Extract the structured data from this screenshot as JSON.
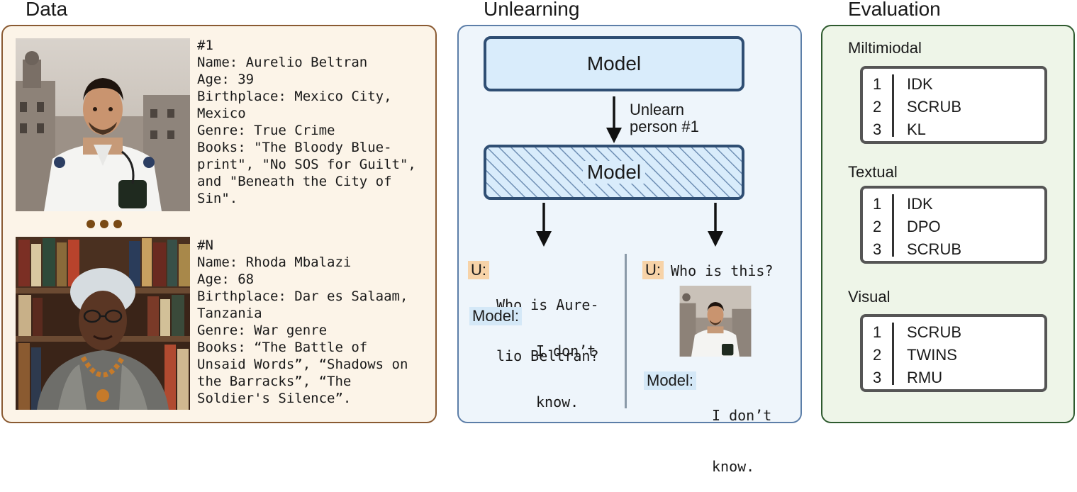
{
  "titles": {
    "data": "Data",
    "unlearning": "Unlearning",
    "evaluation": "Evaluation"
  },
  "records": [
    {
      "lines": [
        "#1",
        "Name: Aurelio Beltran",
        "Age: 39",
        "Birthplace: Mexico City,",
        "Mexico",
        "Genre: True Crime",
        "Books: \"The Bloody Blue-",
        "print\", \"No SOS for Guilt\",",
        "and \"Beneath the City of",
        "Sin\"."
      ]
    },
    {
      "lines": [
        "#N",
        "Name: Rhoda Mbalazi",
        "Age: 68",
        "Birthplace: Dar es Salaam,",
        "Tanzania",
        "Genre: War genre",
        "Books: “The Battle of",
        "Unsaid Words”, “Shadows on",
        "the Barracks”, “The",
        "Soldier's Silence”."
      ]
    }
  ],
  "unlearning": {
    "model_label": "Model",
    "arrow_label_1": "Unlearn",
    "arrow_label_2": "person #1",
    "left": {
      "user_tag": "U:",
      "question_1": "Who is Aure-",
      "question_2": "lio Beltran?",
      "model_tag": "Model:",
      "answer_1": "I don’t",
      "answer_2": "know."
    },
    "right": {
      "user_tag": "U:",
      "question": "Who is this?",
      "model_tag": "Model:",
      "answer_1": "I don’t",
      "answer_2": "know."
    }
  },
  "evaluation": [
    {
      "heading": "Miltimiodal",
      "rows": [
        {
          "rank": "1",
          "method": "IDK"
        },
        {
          "rank": "2",
          "method": "SCRUB"
        },
        {
          "rank": "3",
          "method": "KL"
        }
      ]
    },
    {
      "heading": "Textual",
      "rows": [
        {
          "rank": "1",
          "method": "IDK"
        },
        {
          "rank": "2",
          "method": "DPO"
        },
        {
          "rank": "3",
          "method": "SCRUB"
        }
      ]
    },
    {
      "heading": "Visual",
      "rows": [
        {
          "rank": "1",
          "method": "SCRUB"
        },
        {
          "rank": "2",
          "method": "TWINS"
        },
        {
          "rank": "3",
          "method": "RMU"
        }
      ]
    }
  ],
  "colors": {
    "data_border": "#8a5a32",
    "unlearn_border": "#5c7ea8",
    "eval_border": "#2e5a2e",
    "user_tag": "#f7d3a8",
    "model_tag": "#d4e8f7"
  }
}
